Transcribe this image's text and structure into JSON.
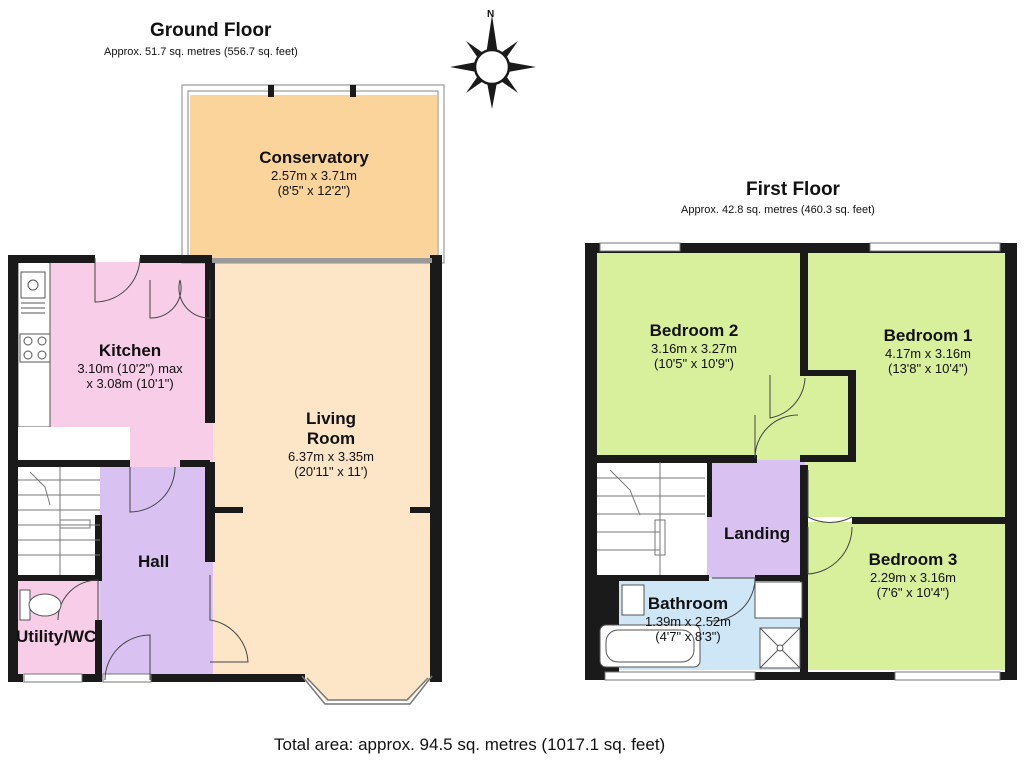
{
  "ground_floor": {
    "title": "Ground Floor",
    "area": "Approx. 51.7 sq. metres (556.7 sq. feet)",
    "rooms": {
      "conservatory": {
        "name": "Conservatory",
        "dim1": "2.57m x 3.71m",
        "dim2": "(8'5\" x 12'2\")"
      },
      "kitchen": {
        "name": "Kitchen",
        "dim1": "3.10m (10'2\") max",
        "dim2": "x 3.08m (10'1\")"
      },
      "living_room": {
        "name1": "Living",
        "name2": "Room",
        "dim1": "6.37m x 3.35m",
        "dim2": "(20'11\" x 11')"
      },
      "hall": {
        "name": "Hall"
      },
      "utility": {
        "name": "Utility/WC"
      }
    }
  },
  "first_floor": {
    "title": "First Floor",
    "area": "Approx. 42.8 sq. metres (460.3 sq. feet)",
    "rooms": {
      "bedroom2": {
        "name": "Bedroom 2",
        "dim1": "3.16m x 3.27m",
        "dim2": "(10'5\" x 10'9\")"
      },
      "bedroom1": {
        "name": "Bedroom 1",
        "dim1": "4.17m x 3.16m",
        "dim2": "(13'8\" x 10'4\")"
      },
      "landing": {
        "name": "Landing"
      },
      "bedroom3": {
        "name": "Bedroom 3",
        "dim1": "2.29m x 3.16m",
        "dim2": "(7'6\" x 10'4\")"
      },
      "bathroom": {
        "name": "Bathroom",
        "dim1": "1.39m x 2.52m",
        "dim2": "(4'7\" x 8'3\")"
      }
    }
  },
  "compass": {
    "label": "N"
  },
  "total_area": "Total area: approx. 94.5 sq. metres (1017.1 sq. feet)",
  "colors": {
    "wall": "#1a1a1a",
    "conservatory": "#fad49a",
    "kitchen": "#f7cde8",
    "living_room": "#fde6c8",
    "hall": "#d9c2f2",
    "utility": "#f7cde8",
    "bedroom": "#d8ef9c",
    "landing": "#d9c2f2",
    "bathroom": "#cfe6f7"
  }
}
